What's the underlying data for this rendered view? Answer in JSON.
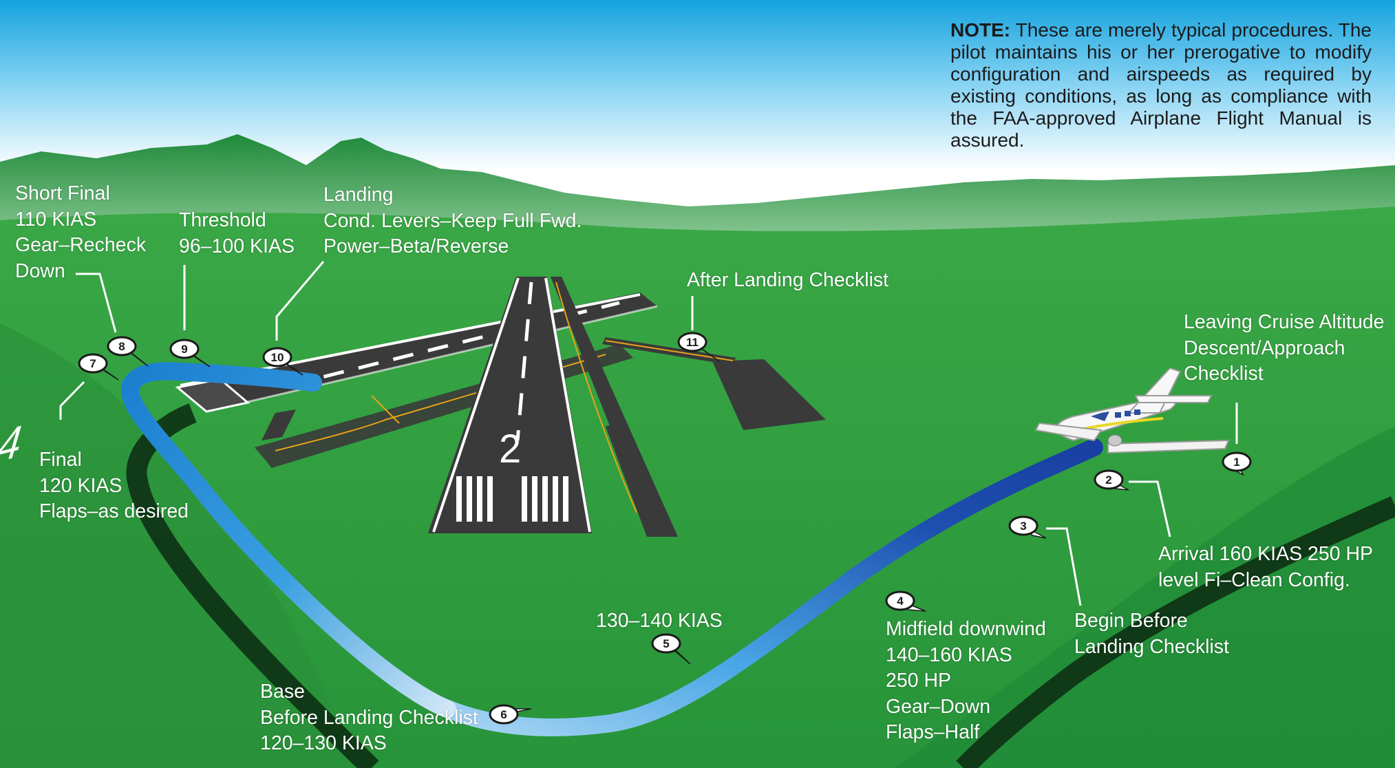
{
  "note": {
    "heading": "NOTE:",
    "text": "These are merely typical procedures. The pilot maintains his or her prerogative to modify configuration and airspeeds as required by existing conditions, as long as compliance with the FAA-approved Airplane Flight Manual is assured."
  },
  "runway_numbers": {
    "main": "2",
    "crossing": "4"
  },
  "markers": [
    "1",
    "2",
    "3",
    "4",
    "5",
    "6",
    "7",
    "8",
    "9",
    "10",
    "11"
  ],
  "labels": {
    "cruise": [
      "Leaving Cruise Altitude",
      "Descent/Approach",
      "Checklist"
    ],
    "arrival": [
      "Arrival 160 KIAS 250 HP",
      "level Fi–Clean Config."
    ],
    "begin": [
      "Begin Before",
      "Landing Checklist"
    ],
    "midfield": [
      "Midfield downwind",
      "140–160 KIAS",
      "250 HP",
      "Gear–Down",
      "Flaps–Half"
    ],
    "speed5": [
      "130–140 KIAS"
    ],
    "base": [
      "Base",
      "Before Landing Checklist",
      "120–130 KIAS"
    ],
    "final": [
      "Final",
      "120 KIAS",
      "Flaps–as desired"
    ],
    "short_final": [
      "Short Final",
      "110 KIAS",
      "Gear–Recheck",
      "Down"
    ],
    "threshold": [
      "Threshold",
      "96–100 KIAS"
    ],
    "landing": [
      "Landing",
      "Cond. Levers–Keep Full Fwd.",
      "Power–Beta/Reverse"
    ],
    "after_landing": [
      "After Landing Checklist"
    ]
  },
  "colors": {
    "sky_top": "#1aa8e0",
    "sky_bottom": "#ffffff",
    "grass": "#2f9c3f",
    "path_dark": "#1a3f9a",
    "path_mid": "#1e8fd6",
    "path_light": "#e6f2fb",
    "runway": "#3a3a3a",
    "taxi_line": "#e8a317"
  }
}
